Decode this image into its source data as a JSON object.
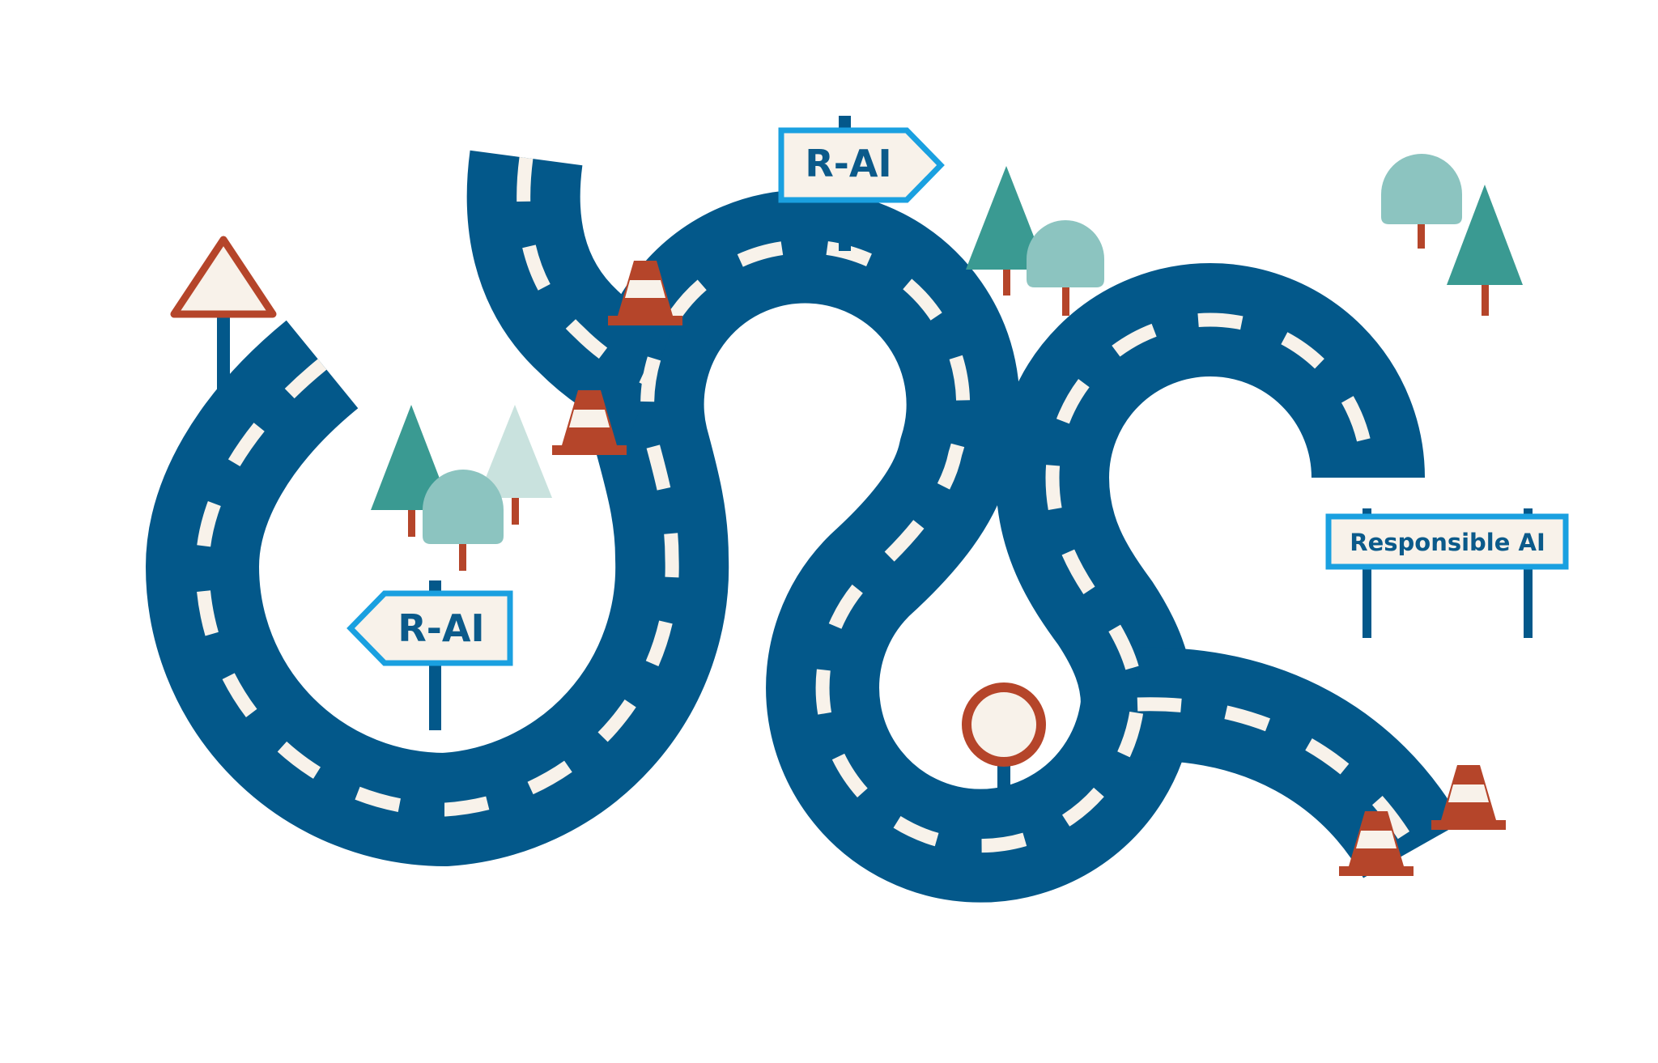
{
  "signs": {
    "top": "R-AI",
    "left": "R-AI",
    "right": "Responsible AI"
  },
  "colors": {
    "road": "#03588a",
    "lane_marking": "#f8f2ea",
    "sign_border": "#1aa0e0",
    "sign_face": "#f8f2ea",
    "sign_text": "#0b5a8a",
    "pole": "#03588a",
    "cone": "#b5452a",
    "warning": "#b5452a",
    "tree_dark": "#3a9a92",
    "tree_light": "#8cc4c0",
    "tree_pale": "#c9e2de",
    "trunk": "#b5452a"
  }
}
